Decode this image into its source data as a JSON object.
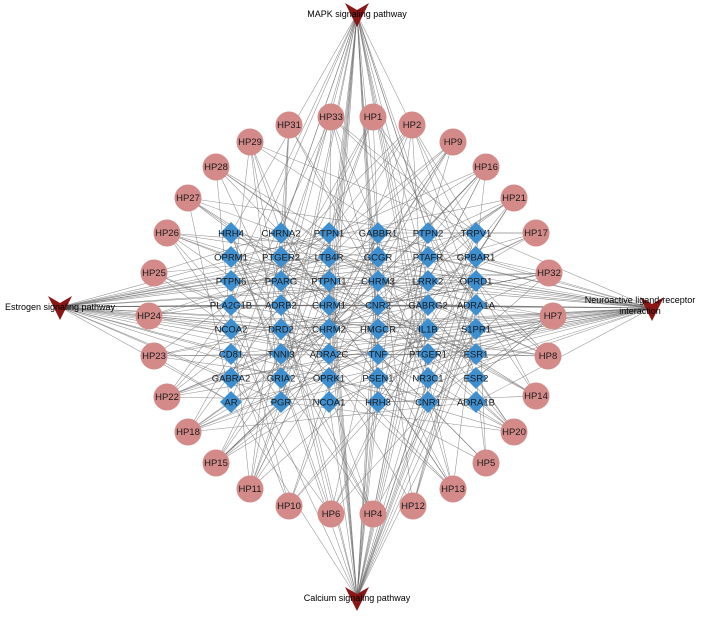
{
  "colors": {
    "compound": "#d58a8a",
    "target": "#3e8fd0",
    "pathway": "#8b1616",
    "edge": "#6e6e6e"
  },
  "pathways": [
    {
      "id": "mapk",
      "label": "MAPK signaling pathway"
    },
    {
      "id": "estrogen",
      "label": "Estrogen signaling pathway"
    },
    {
      "id": "neuro",
      "label_lines": [
        "Neuroactive ligand-receptor",
        "interaction"
      ]
    },
    {
      "id": "calcium",
      "label": "Calcium signaling pathway"
    }
  ],
  "targets": [
    [
      "HRH4",
      "CHRNA2",
      "PTPN1",
      "GABBR1",
      "PTPN2",
      "TRPV1"
    ],
    [
      "OPRM1",
      "PTGER2",
      "LTB4R",
      "GCGR",
      "PTAFR",
      "GPBAR1"
    ],
    [
      "PTPN6",
      "PPARG",
      "PTPN11",
      "CHRM3",
      "LRRK2",
      "OPRD1"
    ],
    [
      "PLA2G1B",
      "ADRB2",
      "CHRM1",
      "CNR2",
      "GABRG2",
      "ADRA1A"
    ],
    [
      "NCOA2",
      "DRD2",
      "CHRM2",
      "HMGCR",
      "IL1B",
      "S1PR1"
    ],
    [
      "CD81",
      "TNNI3",
      "ADRA2C",
      "TNF",
      "PTGER1",
      "ESR1"
    ],
    [
      "GABRA2",
      "GRIA2",
      "OPRK1",
      "PSEN1",
      "NR3C1",
      "ESR2"
    ],
    [
      "AR",
      "PGR",
      "NCOA1",
      "HRH3",
      "CNR1",
      "ADRA1B"
    ]
  ],
  "compounds": [
    "HP33",
    "HP1",
    "HP2",
    "HP9",
    "HP16",
    "HP21",
    "HP17",
    "HP32",
    "HP7",
    "HP8",
    "HP14",
    "HP20",
    "HP5",
    "HP13",
    "HP12",
    "HP4",
    "HP6",
    "HP10",
    "HP11",
    "HP15",
    "HP18",
    "HP22",
    "HP23",
    "HP24",
    "HP25",
    "HP26",
    "HP27",
    "HP28",
    "HP29",
    "HP31"
  ]
}
